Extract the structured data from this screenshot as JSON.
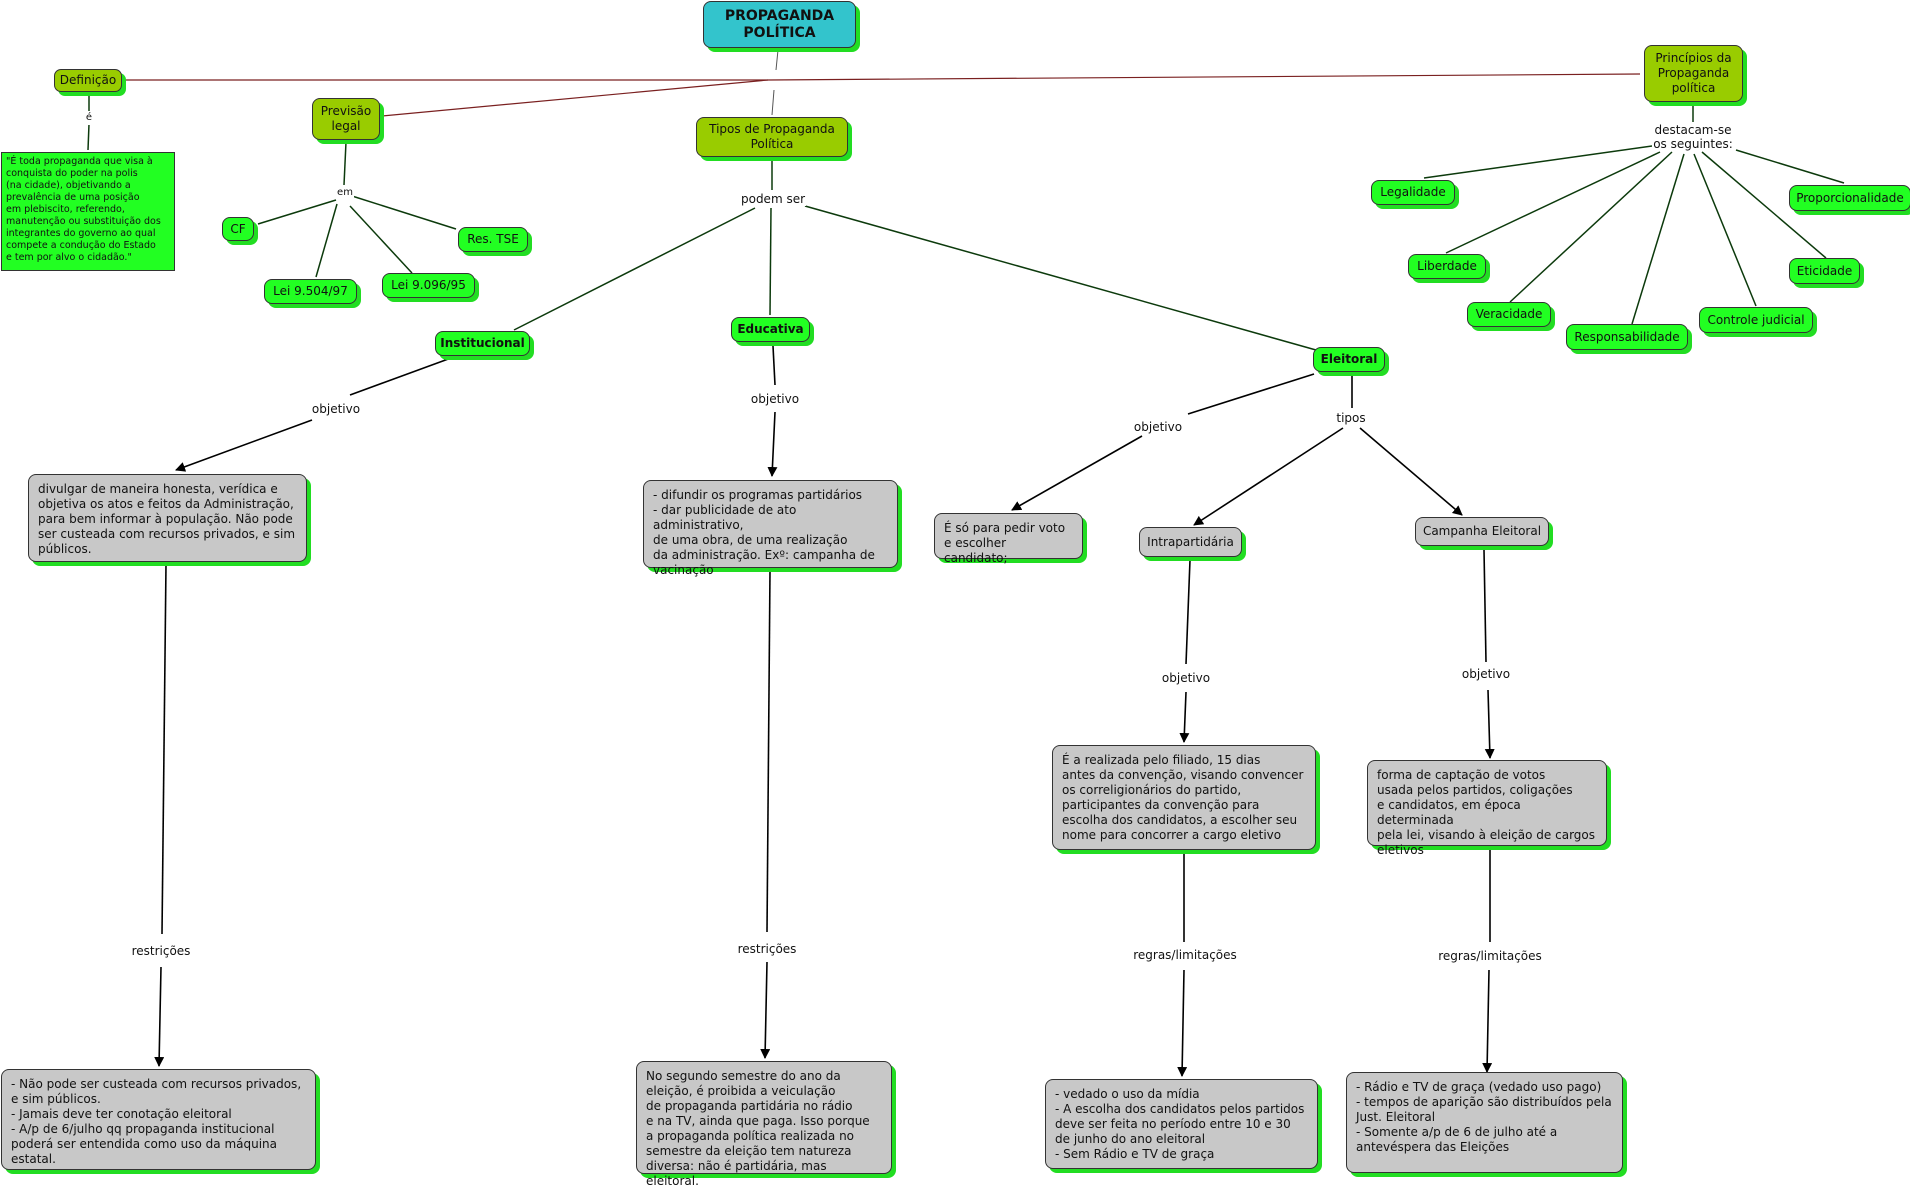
{
  "nodes": {
    "root": "PROPAGANDA\nPOLÍTICA",
    "definicao": "Definição",
    "definicao_text": "\"É toda propaganda que visa à\nconquista do poder na polis\n(na cidade), objetivando a\nprevalência de uma posição\nem plebiscito, referendo,\nmanutenção ou substituição dos\nintegrantes do governo ao qual\ncompete a condução do Estado\ne tem por alvo o cidadão.\"",
    "previsao": "Previsão\nlegal",
    "cf": "CF",
    "lei9504": "Lei 9.504/97",
    "lei9096": "Lei 9.096/95",
    "res_tse": "Res. TSE",
    "tipos": "Tipos de Propaganda\nPolítica",
    "institucional": "Institucional",
    "educativa": "Educativa",
    "eleitoral": "Eleitoral",
    "inst_objetivo": "divulgar de maneira honesta, verídica e\nobjetiva os atos e feitos da Administração,\npara bem informar à população. Não pode\nser custeada com recursos privados, e sim\npúblicos.",
    "inst_restricoes": "- Não pode ser custeada com recursos privados,\ne sim públicos.\n- Jamais deve ter conotação eleitoral\n- A/p de 6/julho qq propaganda  institucional\npoderá ser entendida  como uso da máquina\nestatal.",
    "edu_objetivo": "- difundir os programas partidários\n- dar publicidade de ato administrativo,\nde uma obra, de uma realização\nda administração. Exº: campanha de\nvacinação",
    "edu_restricoes": "No segundo semestre do ano da\neleição, é proibida a veiculação\nde propaganda partidária no rádio\ne na TV, ainda que paga. Isso porque\na propaganda política realizada no\nsemestre da eleição tem natureza\ndiversa: não é partidária, mas eleitoral.",
    "ele_objetivo": "É só para pedir voto\n e escolher candidato;",
    "intrapartidaria": "Intrapartidária",
    "campanha": "Campanha Eleitoral",
    "intra_objetivo": "É a realizada pelo filiado, 15 dias\nantes da convenção, visando convencer\nos correligionários do partido,\nparticipantes da convenção para\nescolha dos candidatos, a escolher seu\nnome para concorrer  a cargo eletivo",
    "intra_regras": "- vedado o uso da mídia\n- A escolha dos candidatos pelos partidos\ndeve ser feita no período entre 10 e 30\nde junho do ano eleitoral\n- Sem Rádio e TV de graça",
    "camp_objetivo": "forma de captação de votos\nusada pelos partidos, coligações\ne candidatos, em época determinada\npela lei, visando à eleição de cargos\neletivos",
    "camp_regras": "- Rádio e TV de graça (vedado uso pago)\n- tempos de aparição são distribuídos pela\nJust. Eleitoral\n- Somente a/p de 6 de julho até a\nantevéspera das Eleições",
    "principios": "Princípios da\nPropaganda\npolítica",
    "legalidade": "Legalidade",
    "liberdade": "Liberdade",
    "veracidade": "Veracidade",
    "responsabilidade": "Responsabilidade",
    "controle": "Controle judicial",
    "eticidade": "Eticidade",
    "proporcionalidade": "Proporcionalidade"
  },
  "labels": {
    "e": "é",
    "em": "em",
    "podem_ser": "podem ser",
    "objetivo": "objetivo",
    "tipos": "tipos",
    "restricoes": "restrições",
    "regras": "regras/limitações",
    "destacam": "destacam-se\nos seguintes:"
  },
  "colors": {
    "concept_olive": "#99cc00",
    "concept_teal": "#33c4cc",
    "concept_green": "#22ff22",
    "text_box_gray": "#c8c8c8",
    "shadow": "#22dd22",
    "top_link": "#7a2020",
    "link_green": "#0c3a0c"
  }
}
